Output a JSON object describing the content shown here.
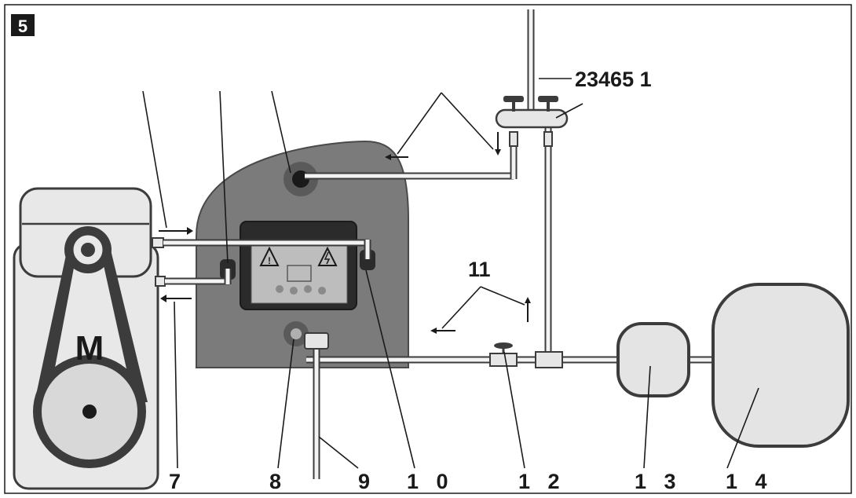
{
  "figure": {
    "number": "5",
    "labels": {
      "l1_6": "23465 1",
      "l7": "7",
      "l8": "8",
      "l9": "9",
      "l10": "1   0",
      "l11": "11",
      "l12": "1   2",
      "l13": "1   3",
      "l14": "1   4"
    },
    "motor_letter": "M"
  },
  "colors": {
    "outline": "#3c3c3c",
    "motor_fill": "#e8e8e8",
    "pump_housing": "#7b7b7b",
    "tank_fill": "#e4e4e4",
    "pipe_fill": "#f3f3f3",
    "badge_bg": "#1a1a1a"
  }
}
